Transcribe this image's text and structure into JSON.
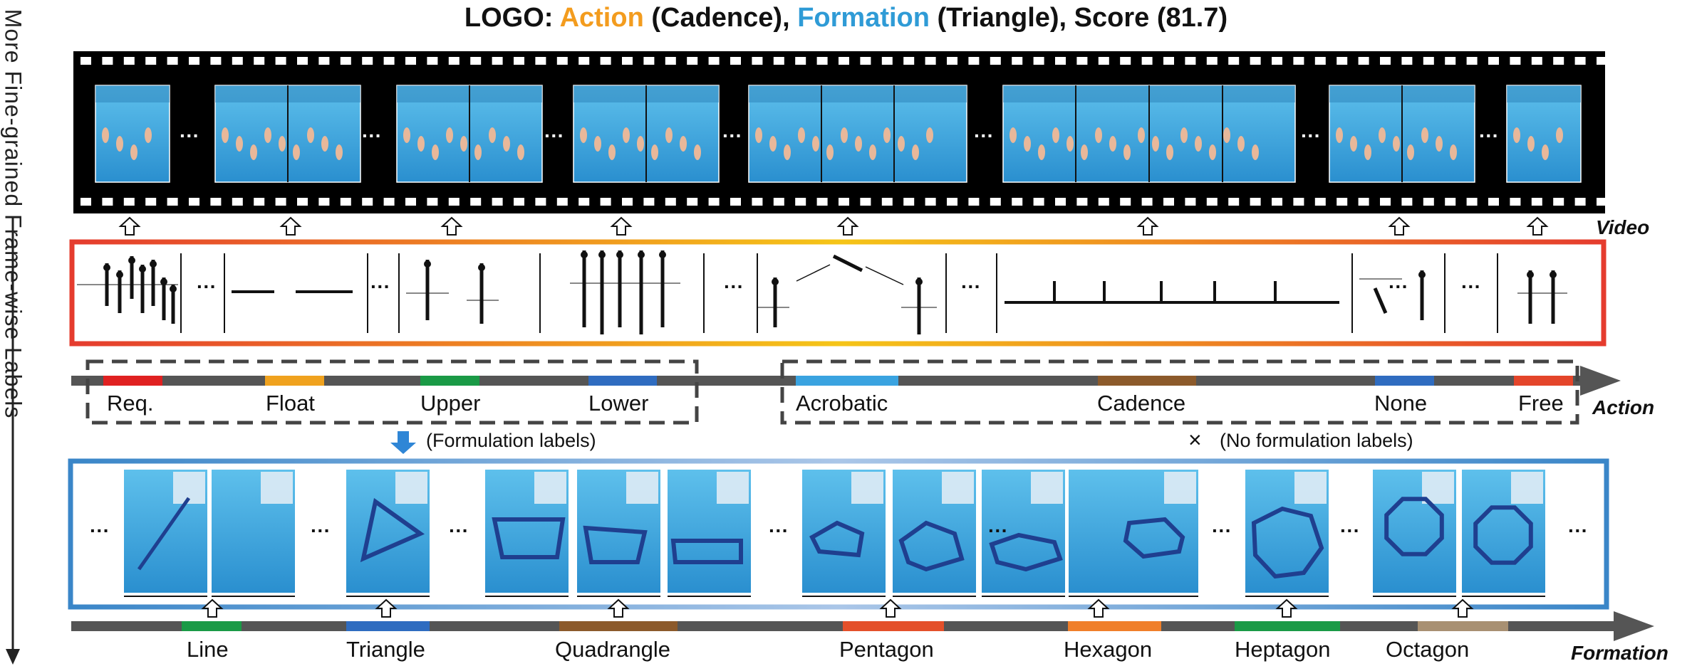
{
  "title": {
    "prefix": "LOGO: ",
    "action": "Action",
    "action_val": " (Cadence), ",
    "formation": "Formation",
    "formation_val": " (Triangle), Score (81.7)"
  },
  "side_labels": {
    "video": "Video",
    "action": "Action",
    "formation": "Formation"
  },
  "vertical_label": "More Fine-grained Frame-wise Labels",
  "notes": {
    "formulation": "(Formulation labels)",
    "no_formulation": "(No formulation labels)",
    "cross": "×"
  },
  "ellipsis": "···",
  "action_labels": [
    "Req.",
    "Float",
    "Upper",
    "Lower",
    "Acrobatic",
    "Cadence",
    "None",
    "Free"
  ],
  "formation_labels": [
    "Line",
    "Triangle",
    "Quadrangle",
    "Pentagon",
    "Hexagon",
    "Heptagon",
    "Octagon"
  ],
  "colors": {
    "req": "#e02121",
    "float": "#f0a21e",
    "upper": "#1a9a46",
    "lower": "#2f6cc0",
    "acrobatic": "#3aa3e0",
    "cadence": "#8c5a2b",
    "none": "#2f6cc0",
    "free": "#e4452a",
    "line": "#1a9a46",
    "triangle": "#2f6cc0",
    "quadrangle": "#8c5a2b",
    "pentagon": "#e4502a",
    "hexagon": "#f07f2a",
    "heptagon": "#1a9a46",
    "octagon": "#a89072",
    "bar": "#555555",
    "water": "#3ba5dc",
    "video_border": "#e53c2e",
    "formation_border": "#3a86c8"
  }
}
